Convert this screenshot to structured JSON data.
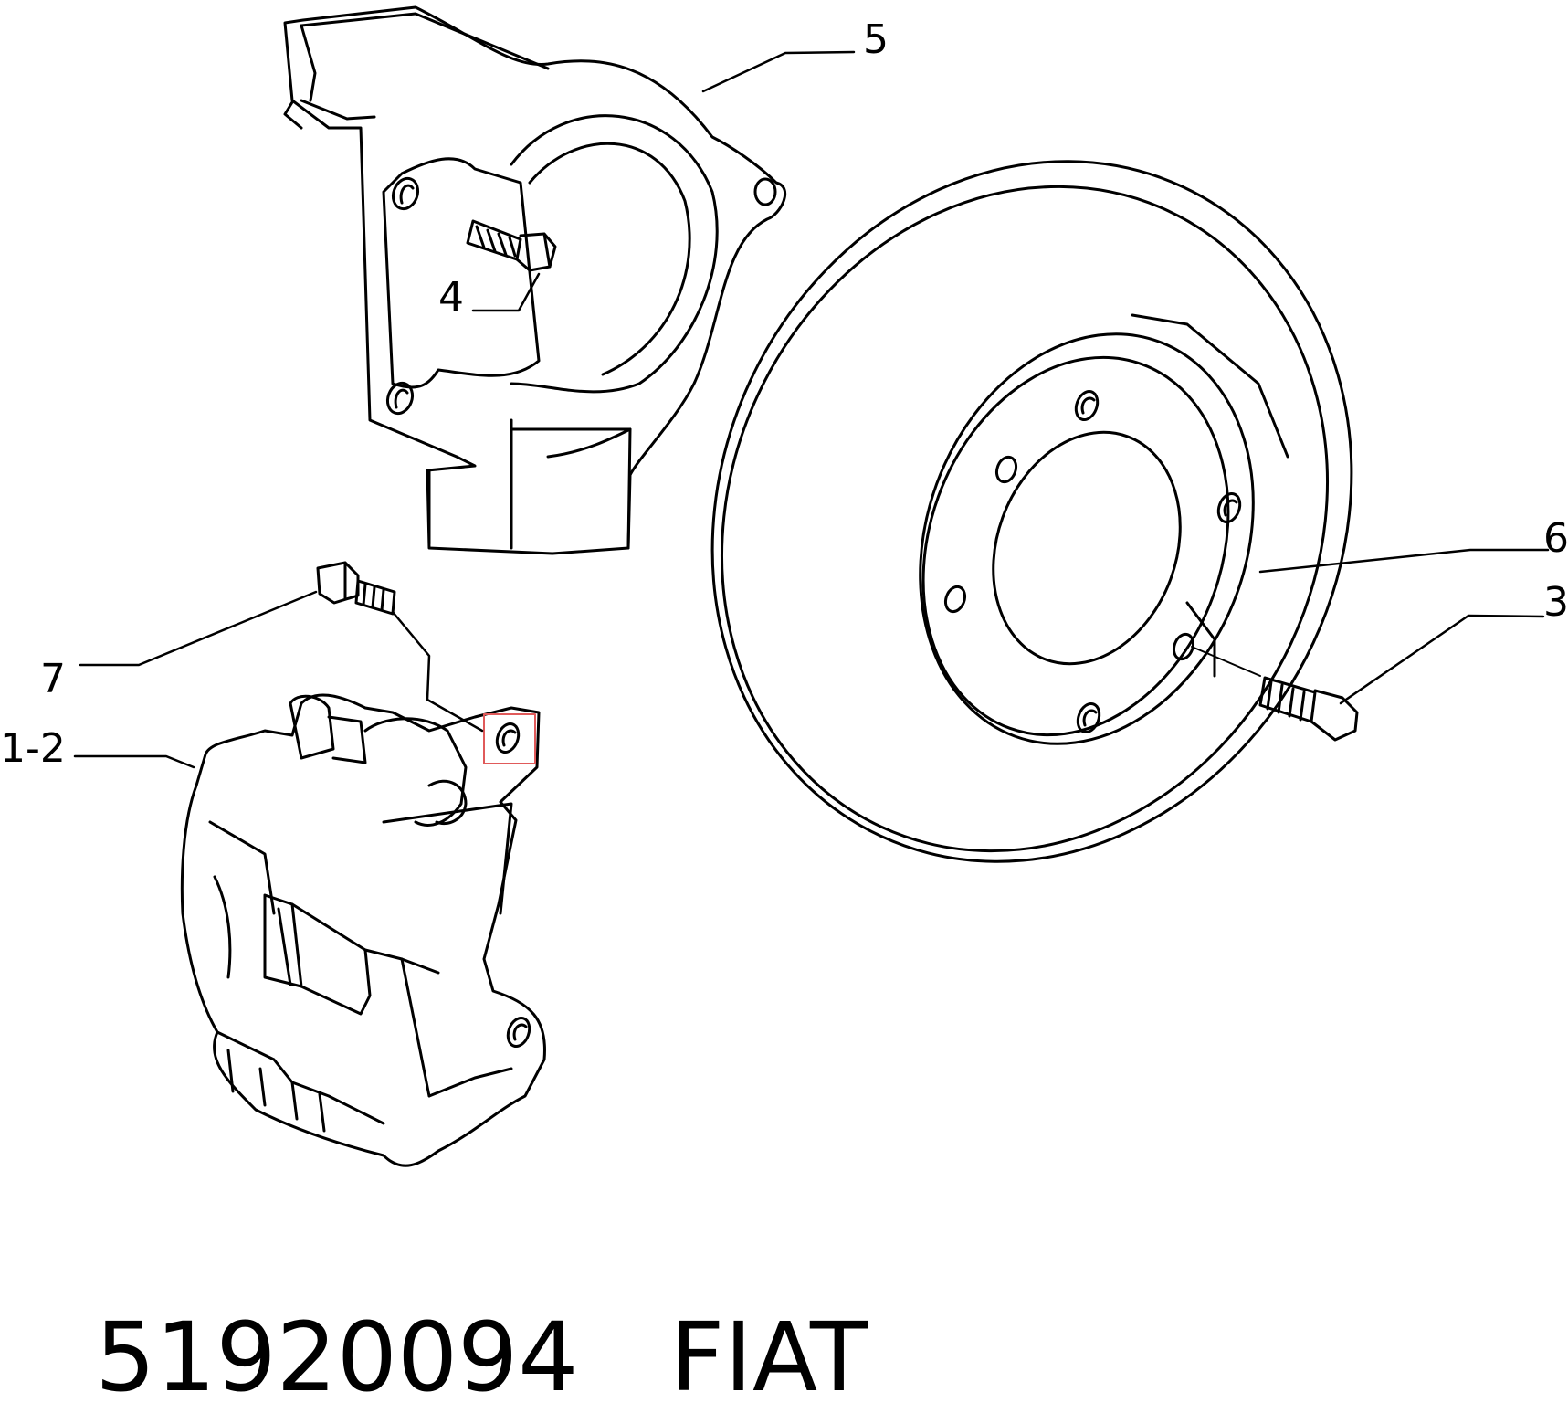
{
  "callouts": {
    "c1_2": "1-2",
    "c3": "3",
    "c4": "4",
    "c5": "5",
    "c6": "6",
    "c7": "7"
  },
  "caption": {
    "part_number": "51920094",
    "brand": "FIAT"
  },
  "colors": {
    "ink": "#000000",
    "background": "#ffffff",
    "highlight": "#e05a5a"
  },
  "icons": {
    "highlight": "highlight-box"
  }
}
